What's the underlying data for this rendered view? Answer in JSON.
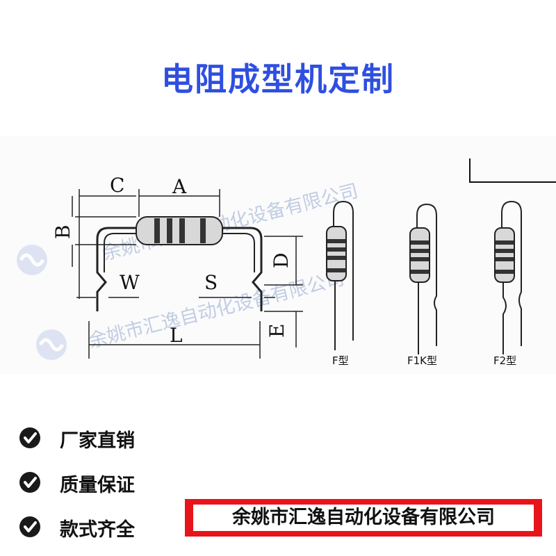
{
  "title": "电阻成型机定制",
  "diagram": {
    "labels": {
      "A": "A",
      "B": "B",
      "C": "C",
      "D": "D",
      "E": "E",
      "L": "L",
      "S": "S",
      "W": "W"
    },
    "types": [
      "F型",
      "F1K型",
      "F2型"
    ],
    "watermark_text": [
      "余姚市汇逸自动化设备有限公司",
      "余姚市汇逸自动化设备有限公司"
    ]
  },
  "features": [
    {
      "label": "厂家直销"
    },
    {
      "label": "质量保证"
    },
    {
      "label": "款式齐全"
    }
  ],
  "company": "余姚市汇逸自动化设备有限公司",
  "colors": {
    "title": "#2f4fe0",
    "company_border": "#e8141c",
    "watermark": "#7a93c8"
  }
}
